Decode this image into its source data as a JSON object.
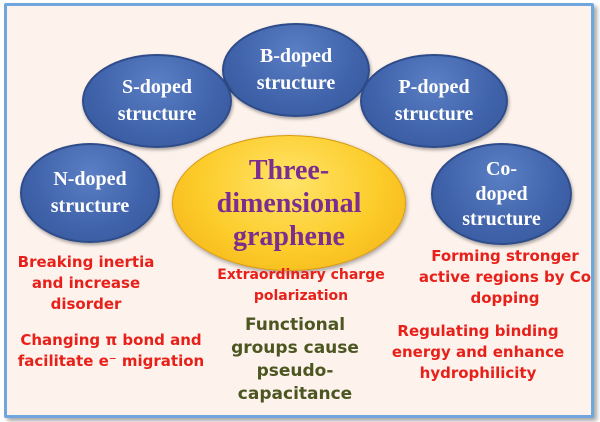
{
  "center": {
    "label": "Three-\ndimensional\ngraphene"
  },
  "bubbles": {
    "b_doped": "B-doped\nstructure",
    "s_doped": "S-doped\nstructure",
    "p_doped": "P-doped\nstructure",
    "n_doped": "N-doped\nstructure",
    "co_doped": "Co-\ndoped\nstructure"
  },
  "notes": {
    "breaking_inertia": "Breaking inertia\nand increase\ndisorder",
    "changing_pi_bond": "Changing π bond and\nfacilitate e⁻ migration",
    "extraordinary_charge": "Extraordinary charge\npolarization",
    "functional_groups": "Functional\ngroups cause\npseudo-\ncapacitance",
    "forming_stronger": "Forming stronger\nactive regions by Co\ndopping",
    "regulating_binding": "Regulating binding\nenergy and enhance\nhydrophilicity"
  },
  "colors": {
    "bubble_fill": "#3f62aa",
    "center_fill": "#fccc2a",
    "center_text": "#7a2e90",
    "note_red": "#e8201a",
    "note_olive": "#4b5620",
    "frame_bg": "#fdf2ec",
    "frame_border": "#6fa6dd"
  }
}
